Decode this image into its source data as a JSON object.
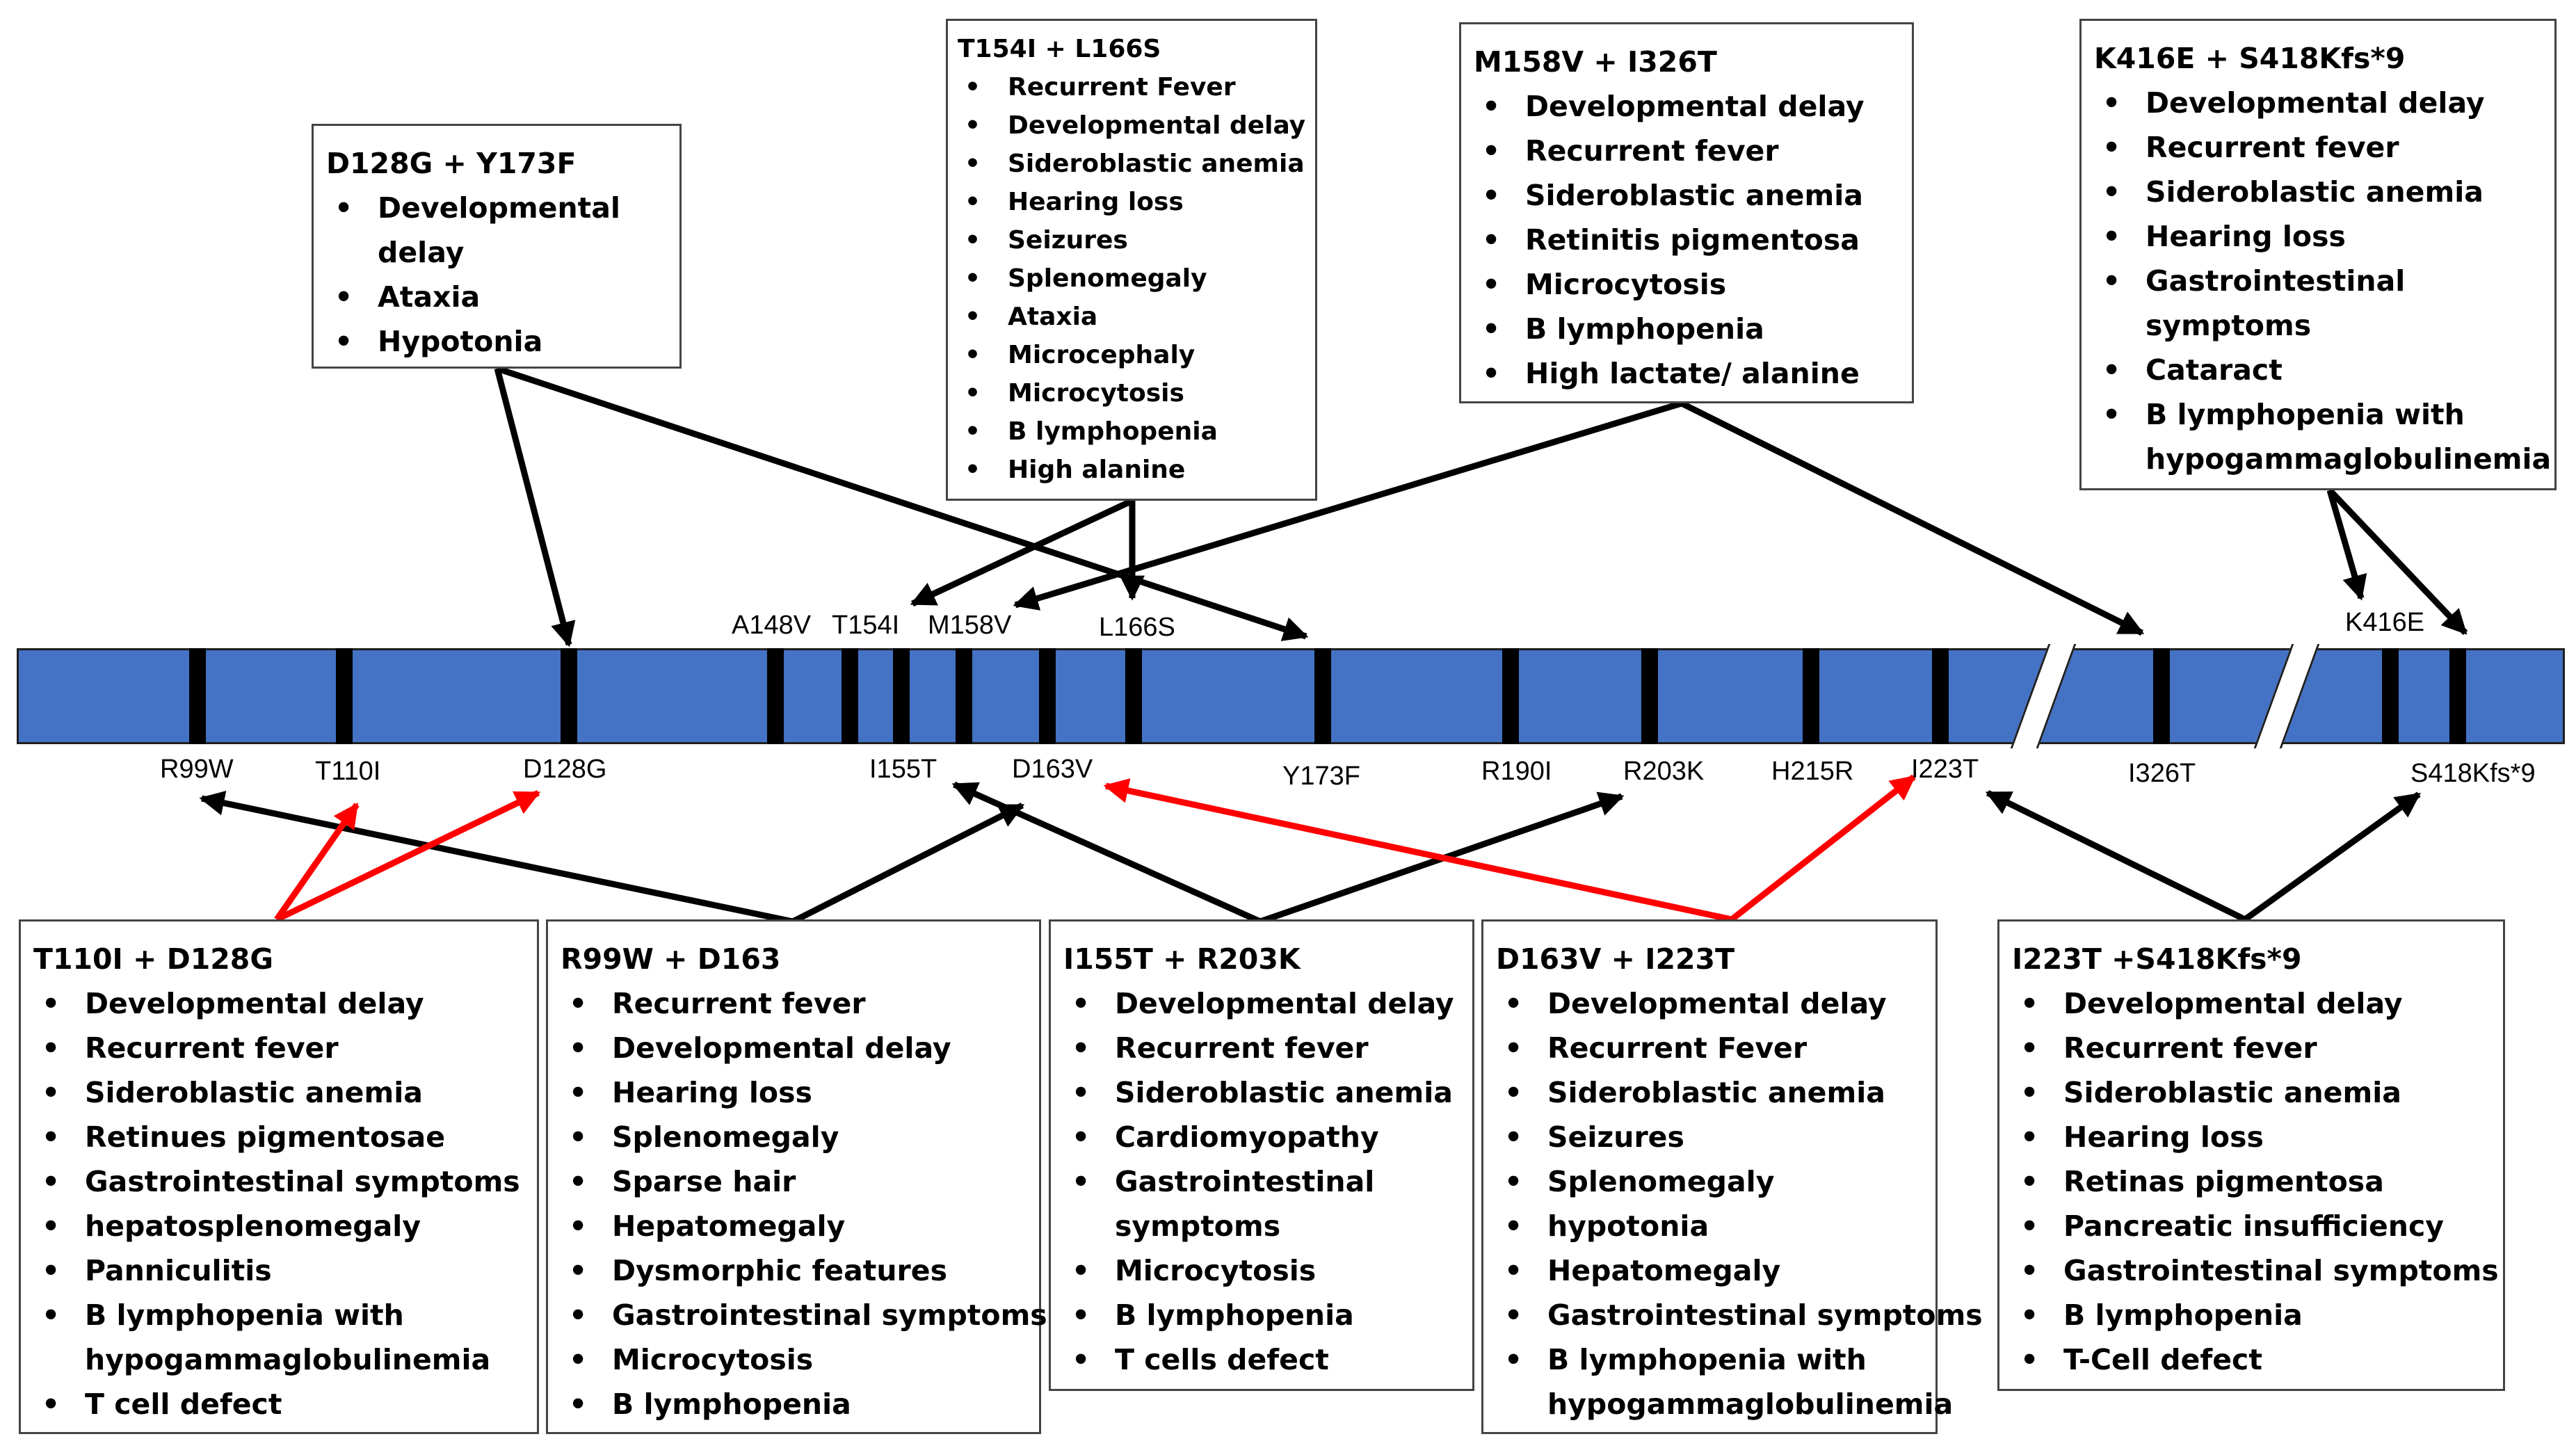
{
  "variants_above": {
    "a148v": "A148V",
    "t154i": "T154I",
    "m158v": "M158V",
    "l166s": "L166S",
    "k416e": "K416E"
  },
  "variants_below": {
    "r99w": "R99W",
    "t110i": "T110I",
    "d128g": "D128G",
    "i155t": "I155T",
    "d163v": "D163V",
    "y173f": "Y173F",
    "r190i": "R190I",
    "r203k": "R203K",
    "h215r": "H215R",
    "i223t": "I223T",
    "i326t": "I326T",
    "s418kfs9": "S418Kfs*9"
  },
  "colors": {
    "bar": "#4472C4",
    "marker": "#000000",
    "arrow_black": "#000000",
    "arrow_red": "#FF0000"
  },
  "boxes": {
    "d128g_y173f": {
      "title": "D128G + Y173F",
      "items": [
        "Developmental",
        "delay",
        "Ataxia",
        "Hypotonia"
      ]
    },
    "t154i_l166s": {
      "title": "T154I + L166S",
      "items": [
        "Recurrent Fever",
        "Developmental delay",
        "Sideroblastic anemia",
        "Hearing loss",
        "Seizures",
        "Splenomegaly",
        "Ataxia",
        "Microcephaly",
        "Microcytosis",
        "B lymphopenia",
        "High alanine"
      ]
    },
    "m158v_i326t": {
      "title": "M158V + I326T",
      "items": [
        "Developmental delay",
        "Recurrent fever",
        "Sideroblastic anemia",
        "Retinitis pigmentosa",
        "Microcytosis",
        "B lymphopenia",
        "High lactate/ alanine"
      ]
    },
    "k416e_s418kfs9": {
      "title": "K416E + S418Kfs*9",
      "items": [
        "Developmental delay",
        "Recurrent fever",
        "Sideroblastic anemia",
        "Hearing loss",
        "Gastrointestinal",
        "symptoms",
        "Cataract",
        "B lymphopenia  with",
        "hypogammaglobulinemia"
      ]
    },
    "t110i_d128g": {
      "title": "T110I + D128G",
      "items": [
        "Developmental delay",
        "Recurrent fever",
        "Sideroblastic anemia",
        "Retinues pigmentosae",
        "Gastrointestinal symptoms",
        "hepatosplenomegaly",
        "Panniculitis",
        "B lymphopenia  with",
        "hypogammaglobulinemia",
        "T cell defect"
      ]
    },
    "r99w_d163": {
      "title": "R99W + D163",
      "items": [
        "Recurrent fever",
        "Developmental delay",
        "Hearing loss",
        "Splenomegaly",
        "Sparse hair",
        "Hepatomegaly",
        "Dysmorphic features",
        "Gastrointestinal symptoms",
        "Microcytosis",
        "B lymphopenia"
      ]
    },
    "i155t_r203k": {
      "title": "I155T + R203K",
      "items": [
        "Developmental delay",
        "Recurrent fever",
        "Sideroblastic anemia",
        "Cardiomyopathy",
        "Gastrointestinal",
        "symptoms",
        "Microcytosis",
        "B lymphopenia",
        "T cells defect"
      ]
    },
    "d163v_i223t": {
      "title": "D163V + I223T",
      "items": [
        "Developmental delay",
        "Recurrent Fever",
        "Sideroblastic anemia",
        "Seizures",
        "Splenomegaly",
        "hypotonia",
        "Hepatomegaly",
        "Gastrointestinal symptoms",
        "B lymphopenia  with",
        "hypogammaglobulinemia"
      ]
    },
    "i223t_s418kfs9": {
      "title": "I223T +S418Kfs*9",
      "items": [
        "Developmental delay",
        "Recurrent fever",
        "Sideroblastic anemia",
        "Hearing loss",
        "Retinas pigmentosa",
        "Pancreatic insufficiency",
        "Gastrointestinal symptoms",
        "B lymphopenia",
        "T-Cell defect"
      ]
    }
  }
}
